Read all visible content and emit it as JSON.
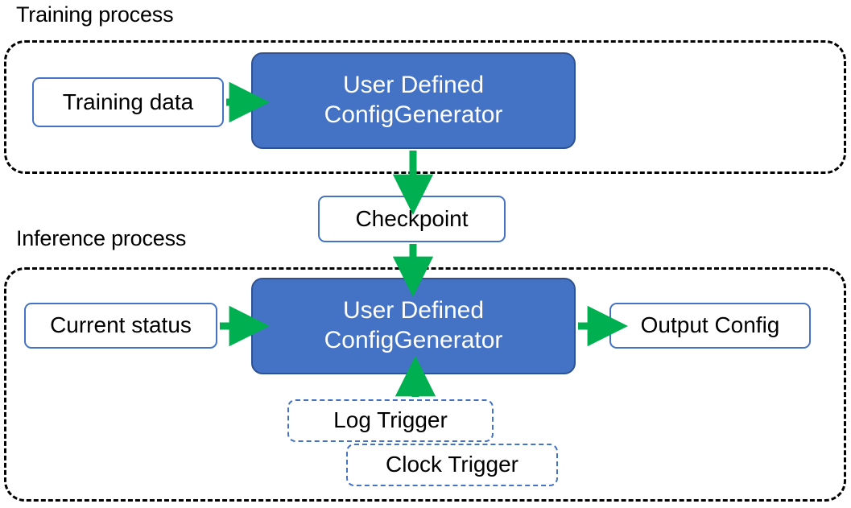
{
  "diagram": {
    "title_training": "Training process",
    "title_inference": "Inference process",
    "colors": {
      "node_fill_blue": "#4472C4",
      "node_border_blue": "#2F528F",
      "outline_blue": "#4472C4",
      "arrow_green": "#00B050",
      "container_dash": "#000000",
      "text_dark": "#000000",
      "text_light": "#FFFFFF"
    },
    "nodes": {
      "training_data": "Training data",
      "generator_training_line1": "User Defined",
      "generator_training_line2": "ConfigGenerator",
      "checkpoint": "Checkpoint",
      "current_status": "Current status",
      "generator_inference_line1": "User Defined",
      "generator_inference_line2": "ConfigGenerator",
      "output_config": "Output Config",
      "log_trigger": "Log Trigger",
      "clock_trigger": "Clock Trigger"
    },
    "edges": [
      {
        "from": "Training data",
        "to": "User Defined ConfigGenerator",
        "direction": "right"
      },
      {
        "from": "User Defined ConfigGenerator",
        "to": "Checkpoint",
        "direction": "down"
      },
      {
        "from": "Checkpoint",
        "to": "User Defined ConfigGenerator",
        "direction": "down"
      },
      {
        "from": "Current status",
        "to": "User Defined ConfigGenerator",
        "direction": "right"
      },
      {
        "from": "User Defined ConfigGenerator",
        "to": "Output Config",
        "direction": "right"
      },
      {
        "from": "Log Trigger",
        "to": "User Defined ConfigGenerator",
        "direction": "up"
      }
    ]
  }
}
